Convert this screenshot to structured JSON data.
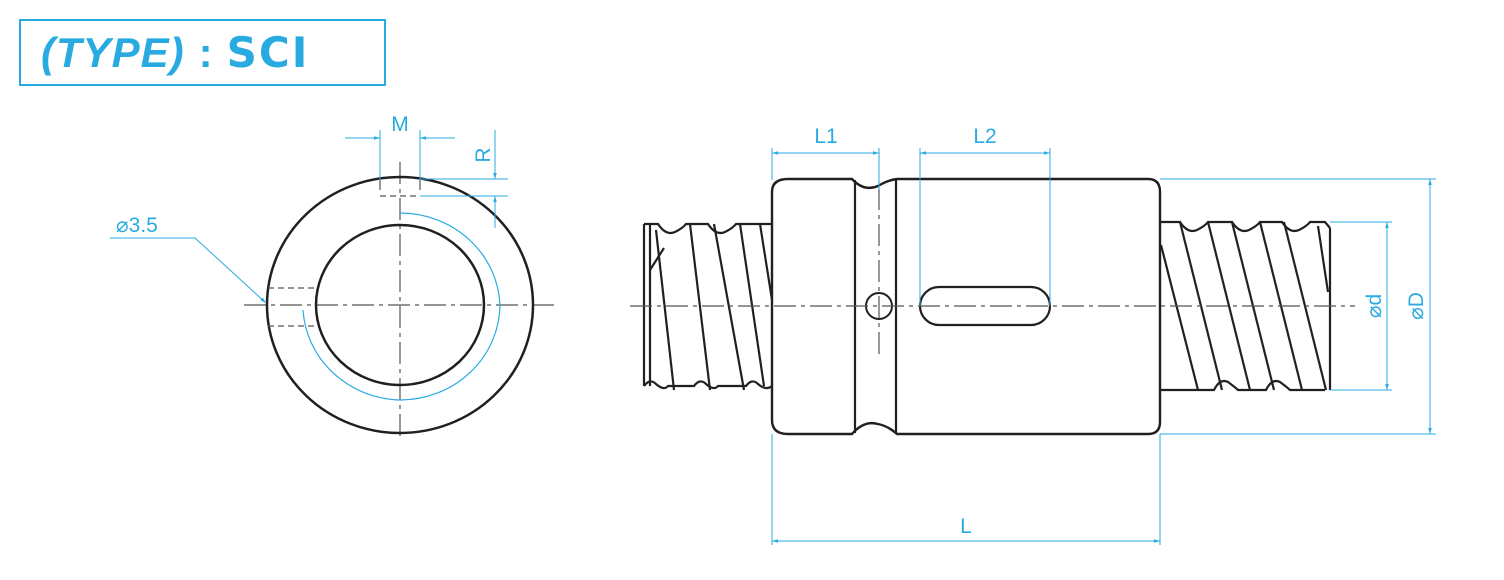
{
  "title": {
    "prefix": "(TYPE)",
    "separator": ":",
    "code": "SCI"
  },
  "colors": {
    "accent": "#29abe2",
    "outline": "#231f20",
    "centerline": "#555555"
  },
  "end_view": {
    "labels": {
      "hole_diameter": "⌀3.5",
      "m": "M",
      "r": "R"
    }
  },
  "side_view": {
    "labels": {
      "l1": "L1",
      "l2": "L2",
      "l": "L",
      "d_small": "⌀d",
      "d_large": "⌀D"
    }
  }
}
